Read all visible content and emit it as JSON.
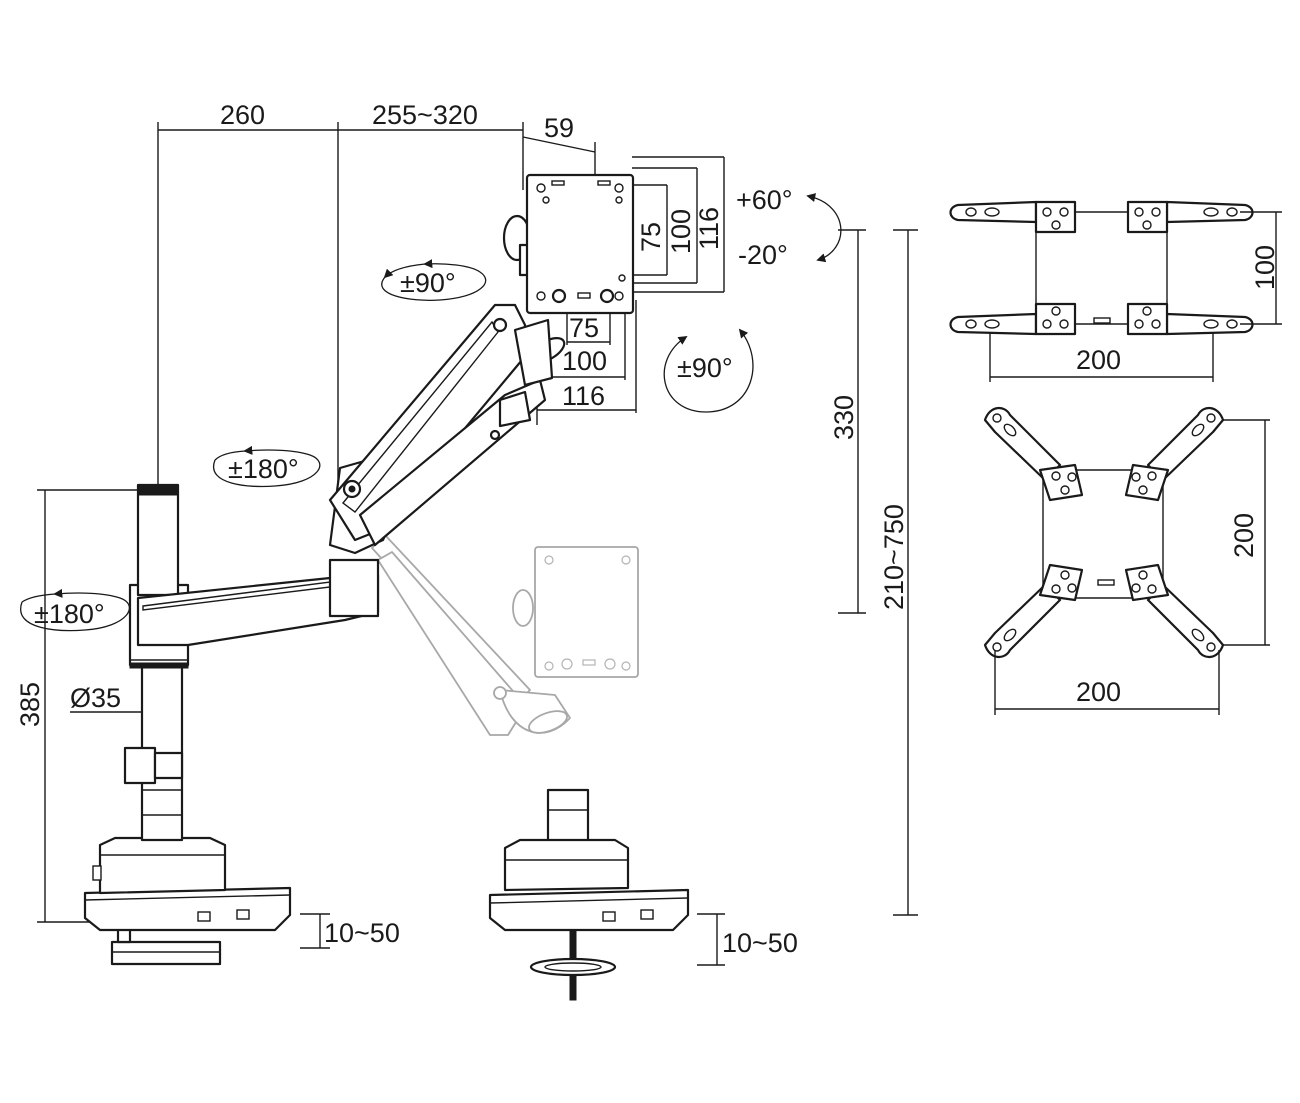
{
  "dimensions": {
    "reach_arm": "260",
    "reach_extension": "255~320",
    "plate_depth": "59",
    "vesa_v75": "75",
    "vesa_v100": "100",
    "vesa_v116": "116",
    "vesa_h75": "75",
    "vesa_h100": "100",
    "vesa_h116": "116",
    "tilt_up": "+60°",
    "tilt_down": "-20°",
    "swivel_head": "±90°",
    "rotate_plate": "±90°",
    "swivel_mid": "±180°",
    "swivel_base": "±180°",
    "pole_height": "385",
    "pole_diameter": "Ø35",
    "clamp_range_left": "10~50",
    "clamp_range_right": "10~50",
    "lift_range": "330",
    "height_range": "210~750"
  },
  "adapters": {
    "small_height": "100",
    "small_width": "200",
    "large_height": "200",
    "large_width": "200"
  },
  "colors": {
    "line": "#1a1a1a",
    "ghost": "#a8a8a8",
    "background": "#ffffff"
  }
}
